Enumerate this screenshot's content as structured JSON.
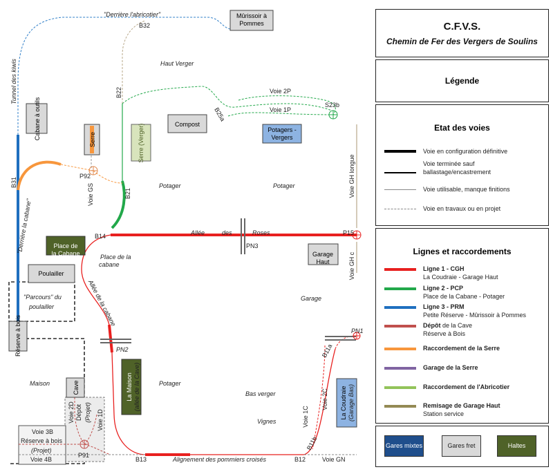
{
  "header": {
    "title": "C.F.V.S.",
    "subtitle": "Chemin de Fer des Vergers de Soulins"
  },
  "legend_title": "Légende",
  "etat": {
    "title": "Etat des voies",
    "items": [
      {
        "label": "Voie en configuration définitive",
        "style": "thick-solid",
        "color": "#000000"
      },
      {
        "label": "Voie terminée sauf ballastage/encastrement",
        "style": "medium-solid",
        "color": "#000000"
      },
      {
        "label": "Voie utilisable, manque finitions",
        "style": "thin-solid",
        "color": "#888888"
      },
      {
        "label": "Voie en travaux ou en projet",
        "style": "dashed",
        "color": "#888888"
      }
    ]
  },
  "lignes": {
    "title": "Lignes et raccordements",
    "items": [
      {
        "name": "Ligne 1 - CGH",
        "desc": "La Coudraie - Garage Haut",
        "color": "#e8201f"
      },
      {
        "name": "Ligne 2 - PCP",
        "desc": "Place de la Cabane - Potager",
        "color": "#22a84a"
      },
      {
        "name": "Ligne 3 - PRM",
        "desc": "Petite Réserve - Mûrissoir à Pommes",
        "color": "#1f6fbf"
      },
      {
        "name": "Dépôt",
        "name_rest": " de la Cave",
        "desc": "Réserve à Bois",
        "color": "#c0504d"
      },
      {
        "name": "Raccordement de la Serre",
        "desc": "",
        "color": "#f7963c"
      },
      {
        "name": "Garage de la Serre",
        "desc": "",
        "color": "#8064a2"
      },
      {
        "name": "Raccordement de l'Abricotier",
        "desc": "",
        "color": "#92c35a"
      },
      {
        "name": "Remisage de Garage Haut",
        "desc": "Station service",
        "color": "#948a54"
      }
    ]
  },
  "gares": [
    {
      "label": "Gares mixtes",
      "bg": "#1f4e8c",
      "fg": "#ffffff"
    },
    {
      "label": "Gares fret",
      "bg": "#d9d9d9",
      "fg": "#222222"
    },
    {
      "label": "Haltes",
      "bg": "#4f6228",
      "fg": "#ffffff"
    }
  ],
  "places": {
    "murissoir": "Mûrissoir à Pommes",
    "cabane_outils": "Cabane à outils",
    "serre": "Serre",
    "serre_verger": "Serre (Verger)",
    "compost": "Compost",
    "potagers_vergers": "Potagers - Vergers",
    "place_cabane": "Place de la Cabane",
    "poulailler": "Poulailler",
    "garage_haut": "Garage Haut",
    "reserve_bois": "Réserve à bois",
    "cave": "Cave",
    "la_maison": "La Maison",
    "la_maison_sub": "(allée de la Cave)",
    "coudraie": "La Coudraie",
    "coudraie_sub": "(Garage Bas)",
    "depot": "Dépôt",
    "depot_sub": "(Projet)",
    "reserve_bois_voie": "Réserve à bois",
    "reserve_bois_voie_sub": "(Projet)"
  },
  "labels": {
    "derriere_abricotier": "\"Derrière l'abricotier\"",
    "tunnel_kiwis": "Tunnel des kiwis",
    "haut_verger": "Haut Verger",
    "voie_2p": "Voie 2P",
    "voie_1p": "Voie 1P",
    "b32": "B32",
    "b22": "B22",
    "b25a": "B25a",
    "s23b": "S23b",
    "b31": "B31",
    "p92": "P92",
    "voie_gs": "Voie GS",
    "b21": "B21",
    "potager1": "Potager",
    "potager2": "Potager",
    "derriere_cabane": "\"Derrière la cabane\"",
    "voie_gh_longue": "Voie GH longue",
    "allee": "Allée",
    "des": "des",
    "roses": "Roses",
    "pn3": "PN3",
    "p15": "P15",
    "b14": "B14",
    "place_de_la": "Place de la",
    "cabane": "cabane",
    "voie_gh_c": "Voie GH c",
    "parcours": "\"Parcours\" du",
    "poulailler_l": "poulailler",
    "allee_cabane": "Allée de la cabane",
    "garage": "Garage",
    "pn1": "PN1",
    "pn2": "PN2",
    "b11a": "B11a",
    "maison": "Maison",
    "potager3": "Potager",
    "bas_verger": "Bas verger",
    "voie_2d": "Voie 2D",
    "voie_1d": "Voie 1D",
    "voie_2c": "Voie 2C",
    "voie_1c": "Voie 1C",
    "voie_3b": "Voie 3B",
    "vignes": "Vignes",
    "b11b": "B11b",
    "p91": "P91",
    "voie_4b": "Voie 4B",
    "b13": "B13",
    "alignement": "Alignement des pommiers croisés",
    "b12": "B12",
    "voie_gn": "Voie GN"
  }
}
